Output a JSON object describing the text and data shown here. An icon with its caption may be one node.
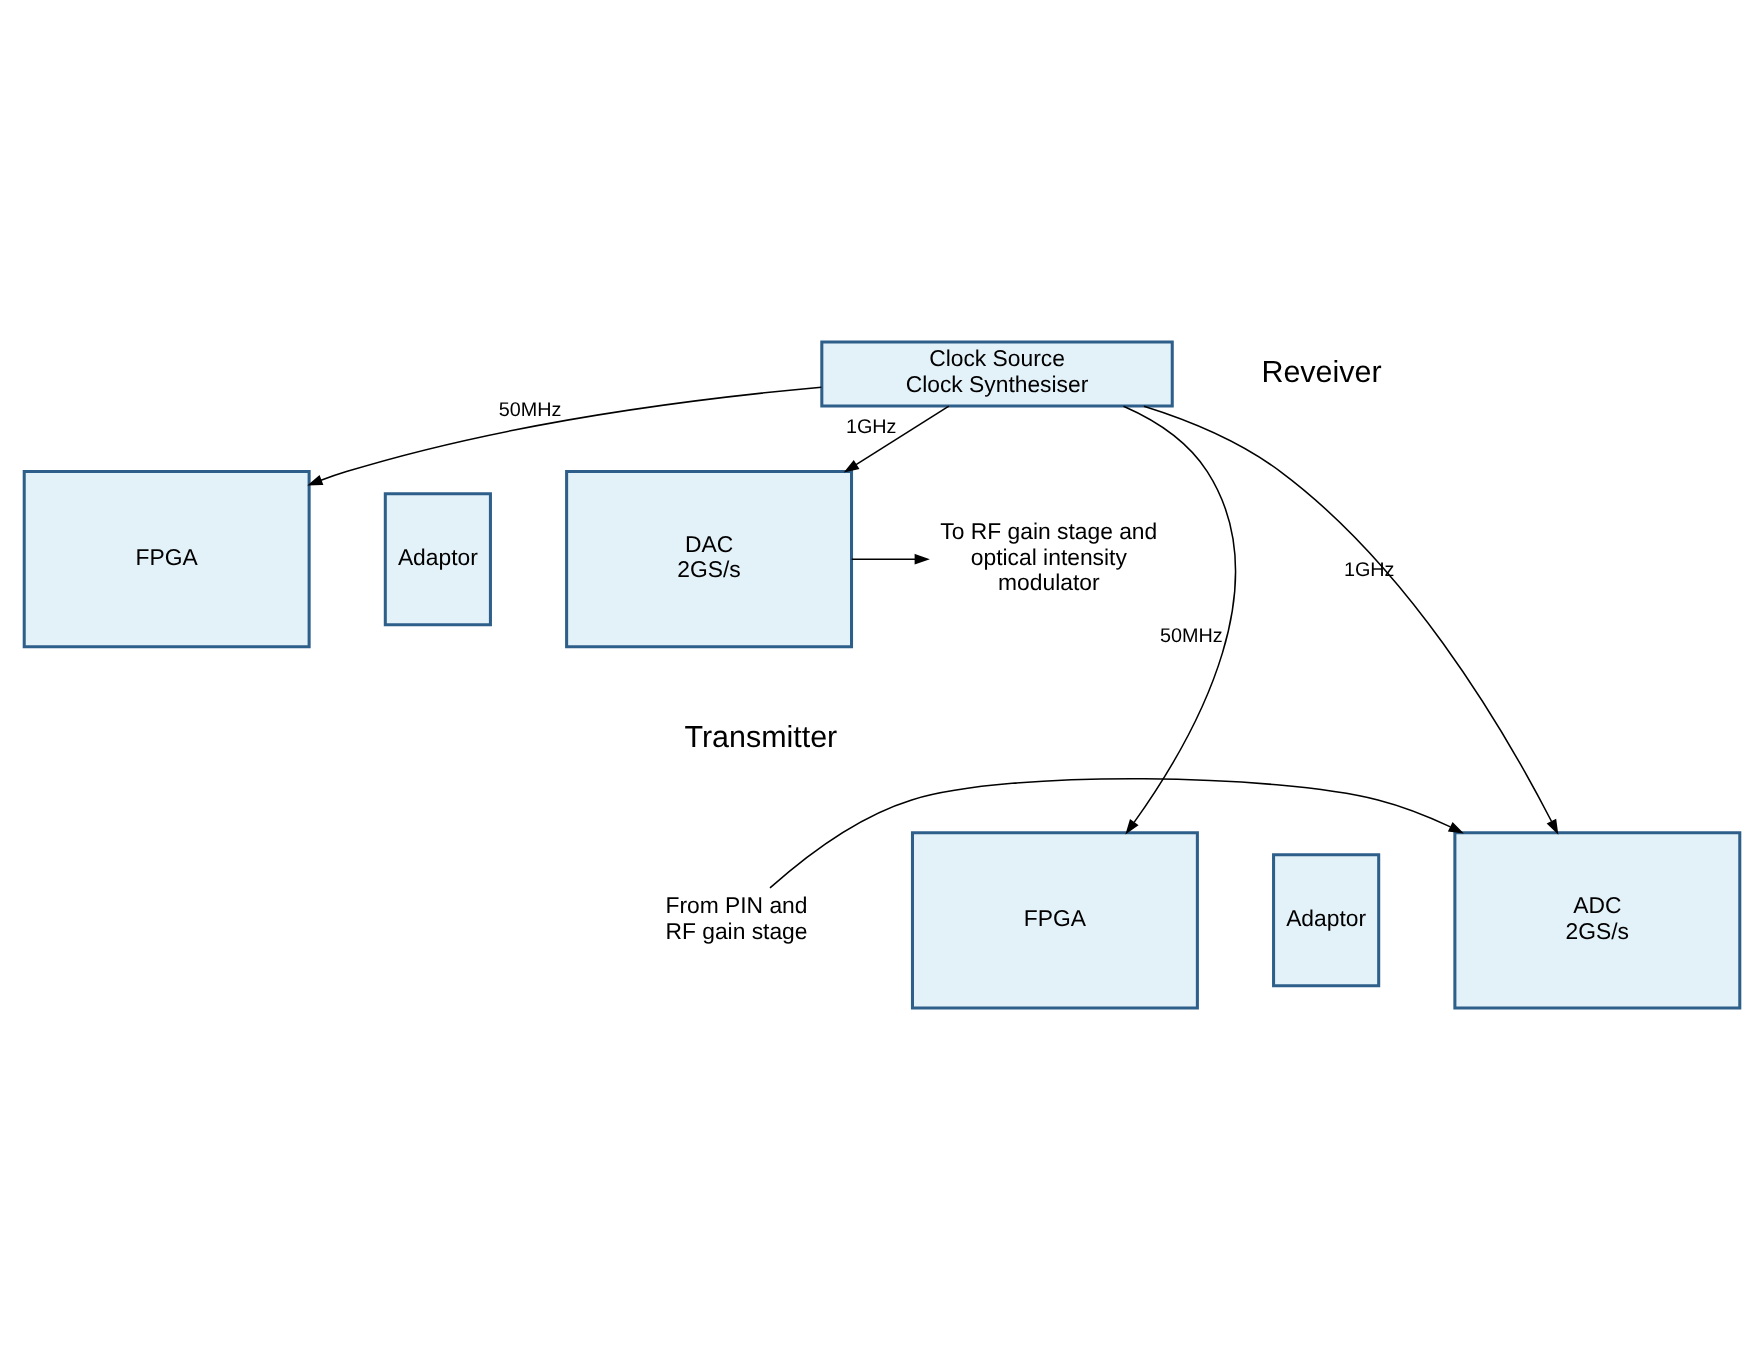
{
  "diagram": {
    "nodes": [
      {
        "text": [
          "Clock Source",
          "Clock Synthesiser"
        ]
      },
      {
        "text": [
          "FPGA"
        ]
      },
      {
        "text": [
          "Adaptor"
        ]
      },
      {
        "text": [
          "DAC",
          "2GS/s"
        ]
      },
      {
        "text": [
          "To RF gain stage and optical intensity modulator"
        ]
      },
      {
        "text": [
          "FPGA"
        ]
      },
      {
        "text": [
          "Adaptor"
        ]
      },
      {
        "text": [
          "ADC",
          "2GS/s"
        ]
      },
      {
        "text": [
          "From PIN and RF gain stage"
        ]
      }
    ],
    "edges": [
      {
        "from": 0,
        "to": 1,
        "arrow": "to",
        "label": "50MHz"
      },
      {
        "from": 0,
        "to": 3,
        "arrow": "to",
        "label": "1GHz"
      },
      {
        "from": 0,
        "to": 5,
        "arrow": "to",
        "label": "50MHz"
      },
      {
        "from": 0,
        "to": 7,
        "arrow": "to",
        "label": "1GHz"
      },
      {
        "from": 3,
        "to": 4,
        "arrow": "to"
      },
      {
        "from": 8,
        "to": 7,
        "arrow": "to"
      }
    ],
    "labels": [
      "Transmitter",
      "Reveiver"
    ]
  }
}
